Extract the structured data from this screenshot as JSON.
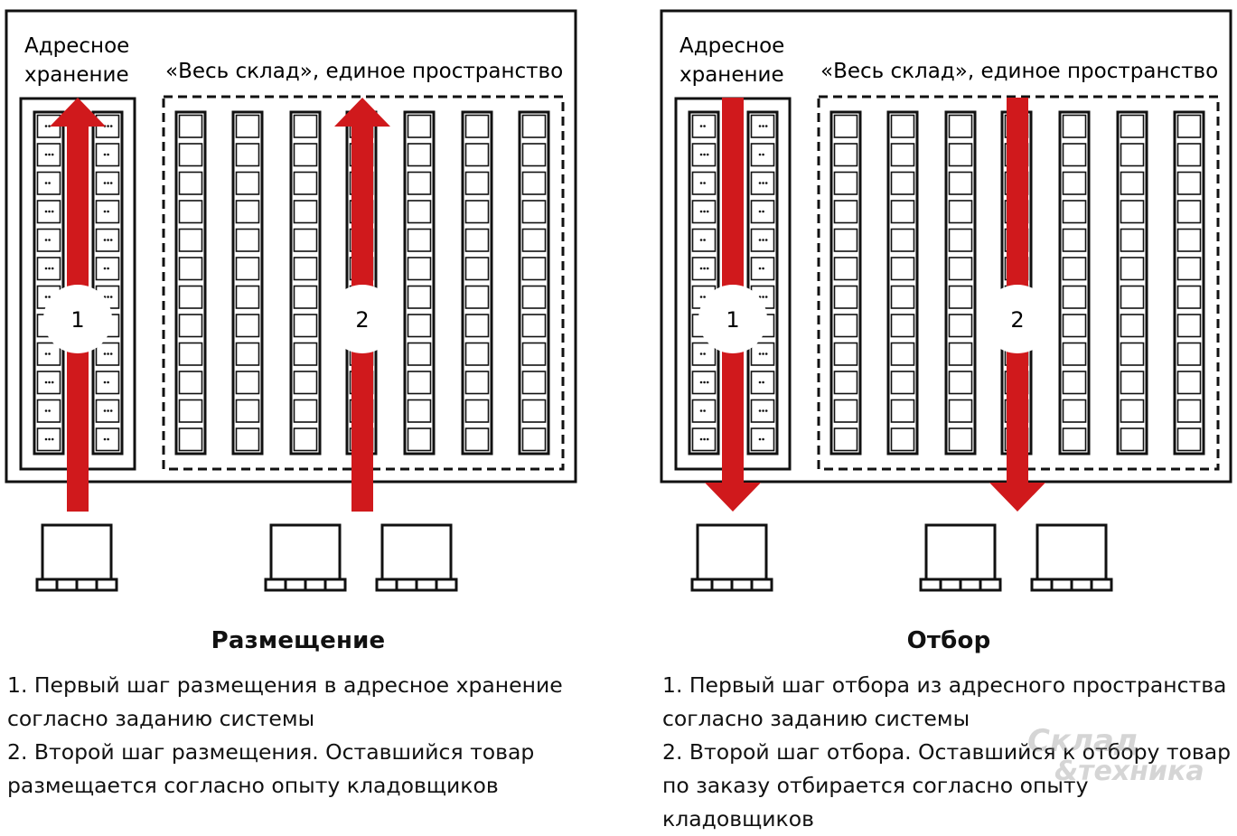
{
  "panels": [
    {
      "id": "placement",
      "label_address": [
        "Адресное",
        "хранение"
      ],
      "label_whole": "«Весь склад», единое пространство",
      "arrow_direction": "up",
      "steps": [
        "1",
        "2"
      ],
      "heading": "Размещение",
      "lines": [
        "1. Первый шаг размещения в адресное хранение",
        "согласно заданию системы",
        "2. Второй шаг размещения. Оставшийся товар",
        "размещается согласно опыту кладовщиков"
      ]
    },
    {
      "id": "picking",
      "label_address": [
        "Адресное",
        "хранение"
      ],
      "label_whole": "«Весь склад», единое пространство",
      "arrow_direction": "down",
      "steps": [
        "1",
        "2"
      ],
      "heading": "Отбор",
      "lines": [
        "1. Первый шаг отбора из адресного пространства",
        "согласно заданию системы",
        "2. Второй шаг отбора. Оставшийся к отбору товар",
        "по заказу отбирается согласно опыту кладовщиков"
      ]
    }
  ],
  "colors": {
    "arrow": "#d0191c",
    "stroke": "#111111",
    "background": "#ffffff"
  },
  "watermark": [
    "Склад",
    "&техника"
  ]
}
